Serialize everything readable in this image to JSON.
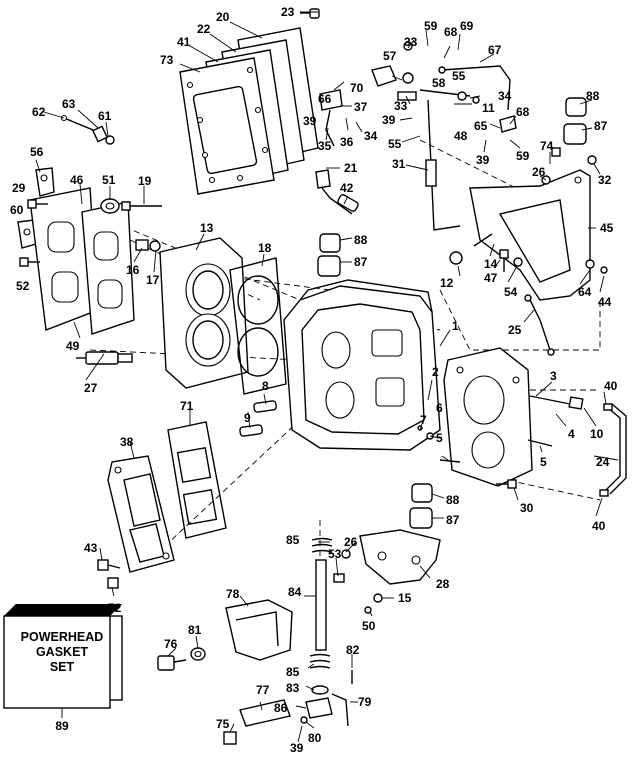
{
  "kit": {
    "lines": [
      "POWERHEAD",
      "GASKET",
      "SET"
    ],
    "number": "89"
  },
  "callouts": {
    "c1": "1",
    "c2": "2",
    "c3": "3",
    "c4": "4",
    "c5a": "5",
    "c5b": "5",
    "c6": "6",
    "c7": "7",
    "c8": "8",
    "c9": "9",
    "c10": "10",
    "c11": "11",
    "c12": "12",
    "c13": "13",
    "c14": "14",
    "c15": "15",
    "c16": "16",
    "c17": "17",
    "c18": "18",
    "c19": "19",
    "c20": "20",
    "c21": "21",
    "c22": "22",
    "c23": "23",
    "c24": "24",
    "c25": "25",
    "c26a": "26",
    "c26b": "26",
    "c27": "27",
    "c28": "28",
    "c29": "29",
    "c30": "30",
    "c31": "31",
    "c32": "32",
    "c33a": "33",
    "c33b": "33",
    "c34a": "34",
    "c34b": "34",
    "c35": "35",
    "c36": "36",
    "c37": "37",
    "c38": "38",
    "c39a": "39",
    "c39b": "39",
    "c39c": "39",
    "c40a": "40",
    "c40b": "40",
    "c41": "41",
    "c42": "42",
    "c43": "43",
    "c44": "44",
    "c45": "45",
    "c46": "46",
    "c47": "47",
    "c48": "48",
    "c49": "49",
    "c50": "50",
    "c51": "51",
    "c52": "52",
    "c53": "53",
    "c54": "54",
    "c55a": "55",
    "c55b": "55",
    "c56": "56",
    "c57": "57",
    "c58": "58",
    "c59a": "59",
    "c59b": "59",
    "c60": "60",
    "c61": "61",
    "c62": "62",
    "c63": "63",
    "c64": "64",
    "c65": "65",
    "c66": "66",
    "c67": "67",
    "c68a": "68",
    "c68b": "68",
    "c69": "69",
    "c70": "70",
    "c71": "71",
    "c72": "72",
    "c73": "73",
    "c74": "74",
    "c75": "75",
    "c76": "76",
    "c77": "77",
    "c78": "78",
    "c79": "79",
    "c80": "80",
    "c81": "81",
    "c82": "82",
    "c83": "83",
    "c84": "84",
    "c85a": "85",
    "c85b": "85",
    "c86": "86",
    "c87a": "87",
    "c87b": "87",
    "c87c": "87",
    "c88a": "88",
    "c88b": "88",
    "c88c": "88"
  }
}
